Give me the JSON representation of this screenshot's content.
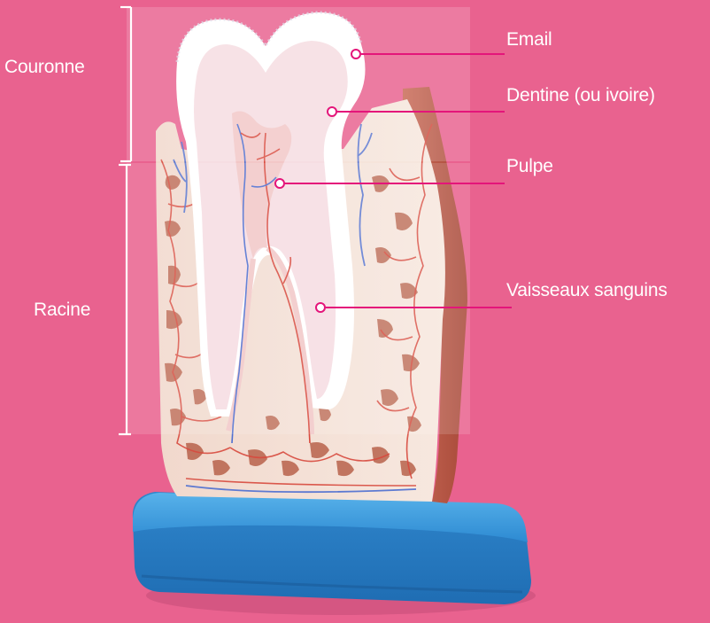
{
  "labels": {
    "crown": "Couronne",
    "root": "Racine",
    "enamel": "Email",
    "dentin": "Dentine (ou ivoire)",
    "pulp": "Pulpe",
    "vessels": "Vaisseaux sanguins"
  },
  "colors": {
    "background": "#e9628f",
    "pointer_line": "#e4157a",
    "bracket": "#ffffff",
    "base": "#2f8fd6",
    "bone": "#f3e3d8",
    "trabecular": "#b0543e",
    "enamel": "#ffffff",
    "dentin": "#f6dde0",
    "vessel_red": "#d6453c",
    "vessel_blue": "#4a6fc9"
  }
}
